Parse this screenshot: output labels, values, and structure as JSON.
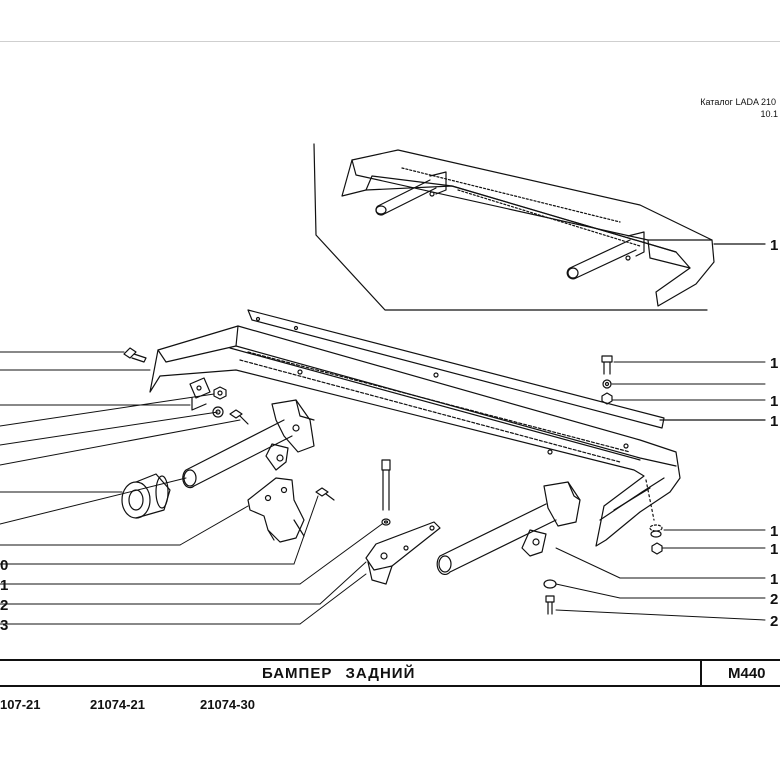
{
  "header": {
    "catalog_line": "Каталог LADA 210",
    "catalog_date": "10.1"
  },
  "diagram": {
    "title": "БАМПЕР   ЗАДНИЙ",
    "sheet_code": "М440",
    "left_callouts": [
      "0",
      "1",
      "2",
      "3"
    ],
    "right_callouts": [
      "1",
      "1",
      "1",
      "1",
      "1",
      "1",
      "1",
      "2",
      "2"
    ]
  },
  "models": [
    "107-21",
    "21074-21",
    "21074-30"
  ],
  "colors": {
    "ink": "#111111",
    "rule": "#cfcfcf"
  }
}
